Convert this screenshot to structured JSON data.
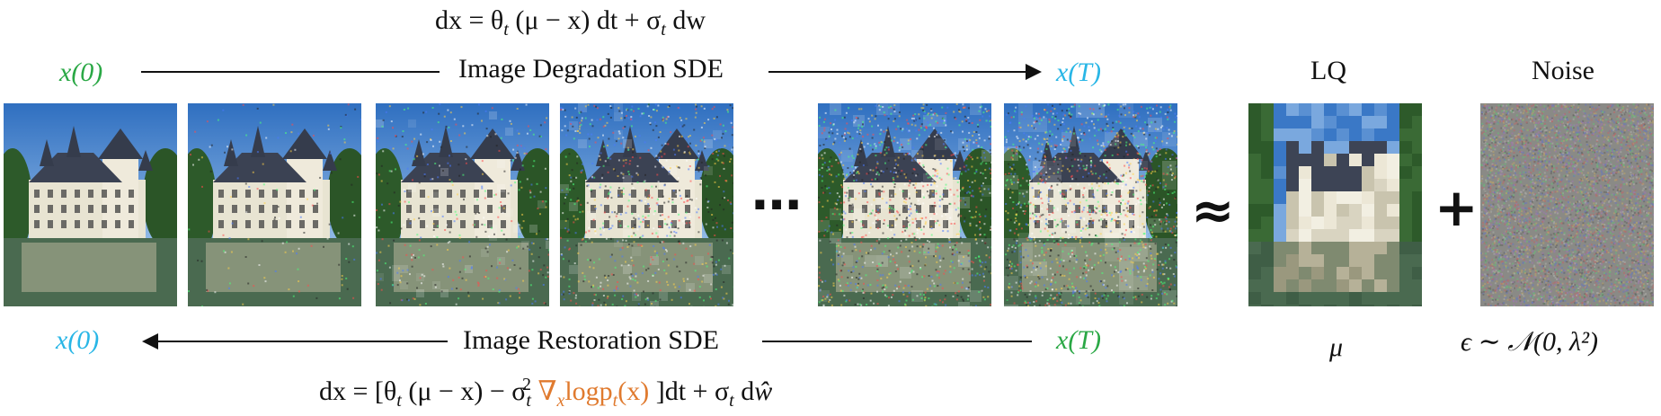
{
  "top_equation": {
    "prefix": "dx = θ",
    "sub1": "t",
    "mid": " (μ − x) dt + σ",
    "sub2": "t",
    "suffix": " dw"
  },
  "forward": {
    "start_label": "x(0)",
    "end_label": "x(T)",
    "process_label": "Image Degradation SDE"
  },
  "reverse": {
    "start_label": "x(T)",
    "end_label": "x(0)",
    "process_label": "Image Restoration SDE"
  },
  "bottom_equation": {
    "p1": "dx = [θ",
    "s1": "t",
    "p2": " (μ − x)  − σ",
    "s2": "t",
    "sup2": "2",
    "score_nabla": " ∇",
    "score_x": "x",
    "score_log": "logp",
    "score_t": "t",
    "score_arg": "(x)",
    "p3": " ]dt + σ",
    "s3": "t",
    "p4": " d",
    "w_hat": "ŵ"
  },
  "ellipsis": "⋯",
  "approx_symbol": "≈",
  "plus_symbol": "+",
  "lq": {
    "title": "LQ",
    "caption": "μ"
  },
  "noise": {
    "title": "Noise",
    "caption": "ϵ ∼ 𝒩(0, λ²)"
  },
  "frames": [
    {
      "name": "clean",
      "noise": 0.0,
      "pixelation": 0.0
    },
    {
      "name": "step-1",
      "noise": 0.05,
      "pixelation": 0.0
    },
    {
      "name": "step-2",
      "noise": 0.15,
      "pixelation": 0.1
    },
    {
      "name": "step-3",
      "noise": 0.3,
      "pixelation": 0.2
    },
    {
      "name": "step-n-1",
      "noise": 0.45,
      "pixelation": 0.5
    },
    {
      "name": "final",
      "noise": 0.55,
      "pixelation": 0.8
    }
  ],
  "colors": {
    "forward_start": "#2aa845",
    "forward_end": "#29b6e6",
    "score": "#e07a2e",
    "sky": "#3f7fc8",
    "water": "#4a6a50"
  }
}
